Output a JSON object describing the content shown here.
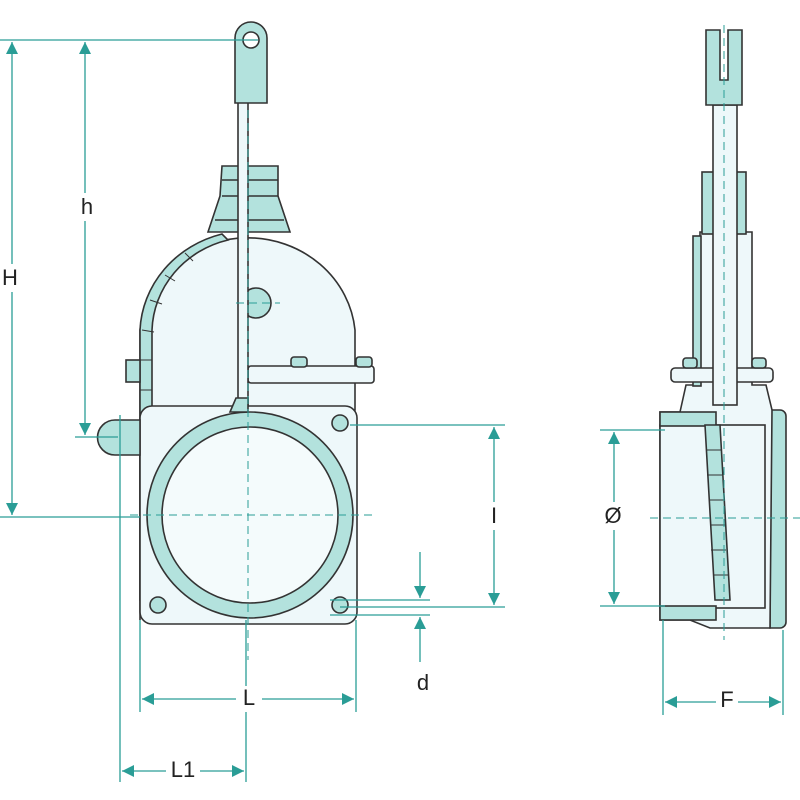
{
  "title": "Gate valve dimension drawing",
  "colors": {
    "accent": "#2a9d96",
    "part_fill": "#b3e2dd",
    "body_fill": "#eef8fa",
    "outline": "#333333"
  },
  "dimensions": {
    "H": "H",
    "h": "h",
    "I": "I",
    "d": "d",
    "L": "L",
    "L1": "L1",
    "diameter": "Ø",
    "F": "F"
  }
}
